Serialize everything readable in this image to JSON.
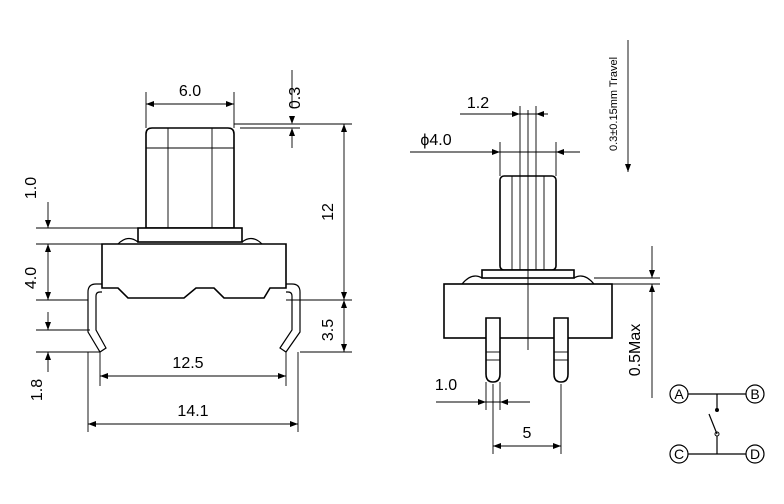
{
  "front_view": {
    "dim_stem_width": "6.0",
    "dim_top_offset": "0.3",
    "dim_height": "12",
    "dim_left_1": "1.0",
    "dim_left_2": "4.0",
    "dim_left_3": "1.8",
    "dim_right_lead": "3.5",
    "dim_inner_width": "12.5",
    "dim_outer_width": "14.1"
  },
  "side_view": {
    "dim_1_2": "1.2",
    "dim_phi": "ϕ4.0",
    "dim_travel": "0.3±0.15mm Travel",
    "dim_max": "0.5Max",
    "dim_pin": "1.0",
    "dim_pitch": "5"
  },
  "schematic": {
    "terminals": [
      "A",
      "B",
      "C",
      "D"
    ]
  }
}
